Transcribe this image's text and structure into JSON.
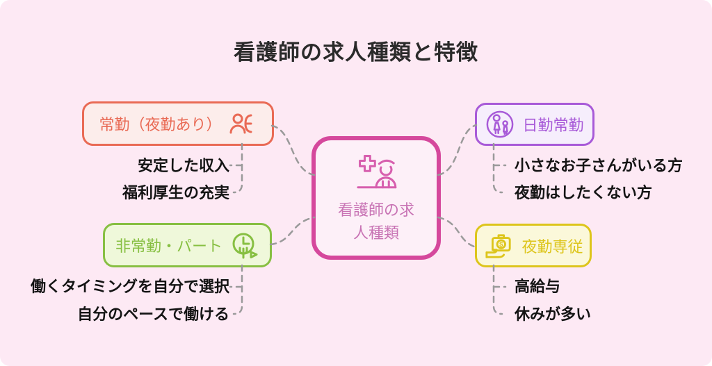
{
  "title": "看護師の求人種類と特徴",
  "center": {
    "label": "看護師の求人種類",
    "lines": [
      "看護師の求",
      "人種類"
    ],
    "icon": "nurse-icon"
  },
  "branches": [
    {
      "id": "fulltime-with-night-shift",
      "label": "常勤（夜勤あり）",
      "icon": "shift-worker-icon",
      "items": [
        "安定した収入",
        "福利厚生の充実"
      ]
    },
    {
      "id": "day-shift-fulltime",
      "label": "日勤常勤",
      "icon": "parent-child-icon",
      "items": [
        "小さなお子さんがいる方",
        "夜勤はしたくない方"
      ]
    },
    {
      "id": "parttime",
      "label": "非常勤・パート",
      "icon": "flexible-time-icon",
      "items": [
        "働くタイミングを自分で選択",
        "自分のペースで働ける"
      ]
    },
    {
      "id": "night-shift-only",
      "label": "夜勤専従",
      "icon": "money-bag-icon",
      "items": [
        "高給与",
        "休みが多い"
      ]
    }
  ],
  "colors": {
    "bg": "#fde9f4",
    "title": "#2a2a2a",
    "item-text": "#141414",
    "connector": "#9a9a9a",
    "red": "#e96a55",
    "red-bg": "#fcedeb",
    "purple": "#a85ad8",
    "purple-bg": "#f6eefc",
    "green": "#87bf42",
    "green-bg": "#eff8da",
    "yellow": "#ddc51b",
    "yellow-bg": "#fbf8da",
    "pink": "#d5489c",
    "pink-bg": "#fdf0f8",
    "pink-text": "#c873b4",
    "pink-icon": "#d75fae"
  }
}
